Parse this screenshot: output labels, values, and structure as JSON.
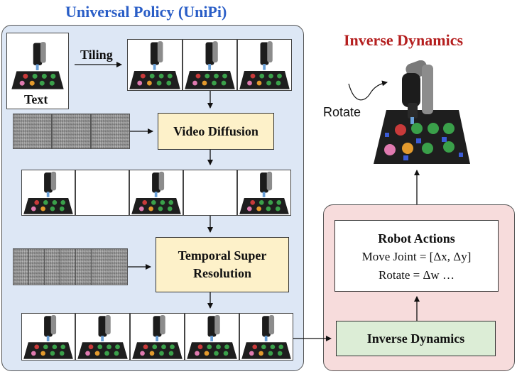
{
  "titles": {
    "universal_policy": "Universal Policy (UniPi)",
    "inverse_dynamics": "Inverse Dynamics"
  },
  "labels": {
    "text": "Text",
    "tiling": "Tiling",
    "rotate": "Rotate"
  },
  "boxes": {
    "video_diffusion": "Video Diffusion",
    "temporal_super_resolution_line1": "Temporal Super",
    "temporal_super_resolution_line2": "Resolution",
    "inverse_dynamics": "Inverse Dynamics"
  },
  "robot_actions": {
    "title": "Robot Actions",
    "line1": "Move Joint = [Δx, Δy]",
    "line2": "Rotate = Δw …"
  },
  "colors": {
    "left_panel": "#dde7f5",
    "right_panel": "#f7dcdc",
    "title_blue": "#2a5ec7",
    "title_red": "#b41e1e",
    "yellow_box": "#fdf1c9",
    "green_box": "#dcedd6"
  }
}
